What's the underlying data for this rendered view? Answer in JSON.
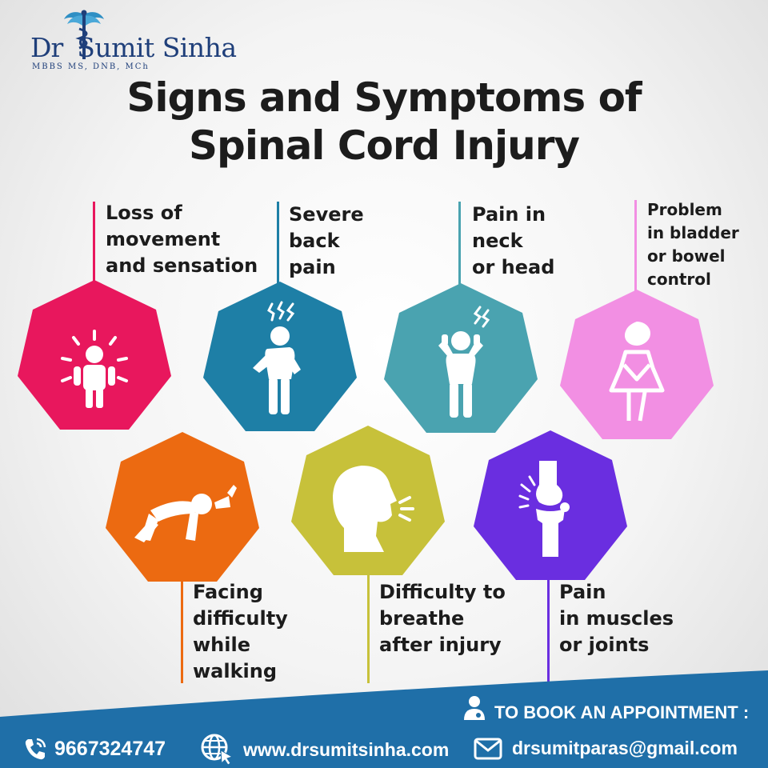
{
  "logo": {
    "name_left": "Dr",
    "name_right": "Sumit Sinha",
    "degrees": "MBBS  MS, DNB, MCh"
  },
  "title": {
    "line1": "Signs and Symptoms of",
    "line2": "Spinal Cord Injury"
  },
  "symptoms": [
    {
      "label": "Loss of\nmovement\nand sensation",
      "color": "#e8175d",
      "icon": "radiating-person-icon"
    },
    {
      "label": "Severe\nback\npain",
      "color": "#1e7fa6",
      "icon": "back-pain-person-icon"
    },
    {
      "label": "Pain in\nneck\nor head",
      "color": "#4aa3b0",
      "icon": "headache-person-icon"
    },
    {
      "label": "Problem\nin bladder\nor bowel\ncontrol",
      "color": "#f28fe3",
      "icon": "bladder-woman-icon"
    },
    {
      "label": "Facing\ndifficulty\nwhile\nwalking",
      "color": "#ec6a11",
      "icon": "crawling-person-icon"
    },
    {
      "label": "Difficulty to\nbreathe\nafter injury",
      "color": "#c7c13a",
      "icon": "breathing-head-icon"
    },
    {
      "label": "Pain\nin muscles\nor joints",
      "color": "#6a2ee0",
      "icon": "knee-joint-icon"
    }
  ],
  "footer": {
    "appointment": "TO BOOK AN APPOINTMENT :",
    "phone": "9667324747",
    "website": "www.drsumitsinha.com",
    "email": "drsumitparas@gmail.com",
    "color": "#1f6fa8"
  }
}
